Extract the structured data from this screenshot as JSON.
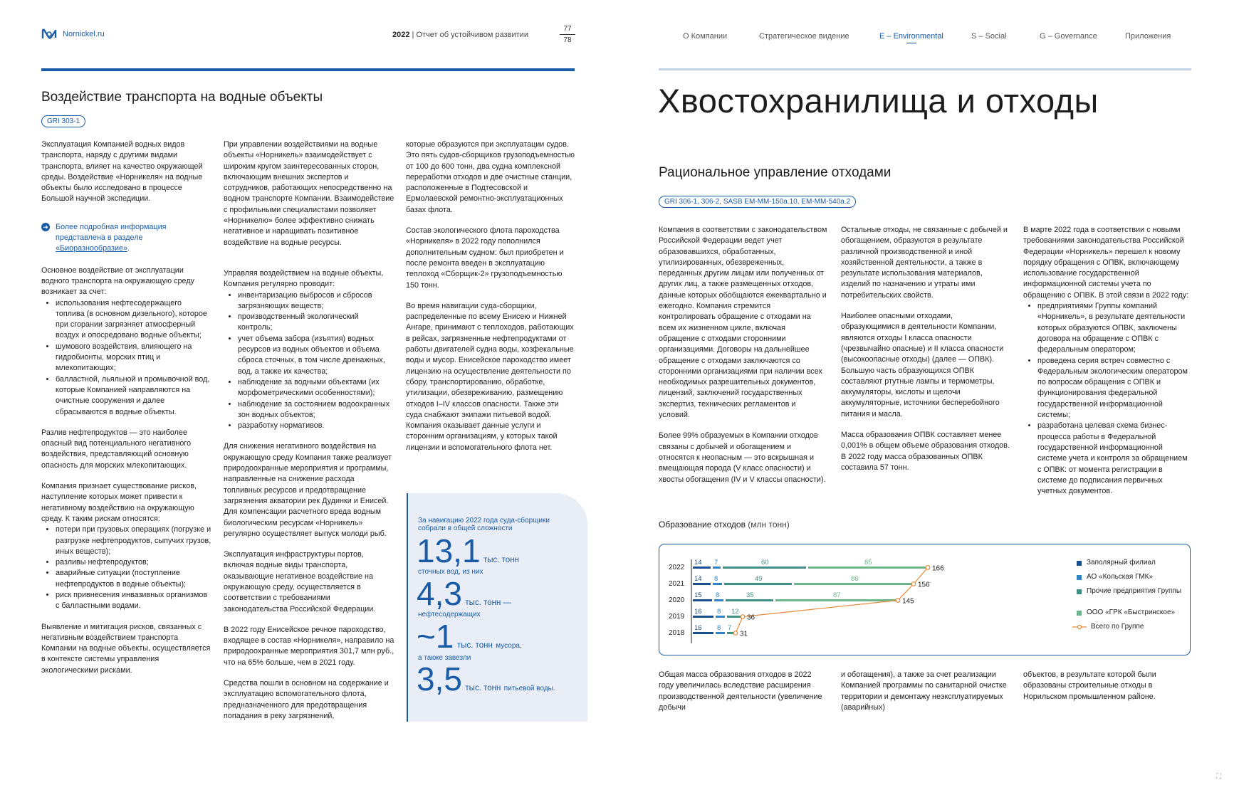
{
  "header": {
    "logo_text": "Nornickel.ru",
    "report_year": "2022",
    "report_title": "Отчет об устойчивом развитии",
    "page_current": "77",
    "page_total": "78",
    "nav": [
      "О Компании",
      "Стратегическое видение",
      "E – Environmental",
      "S – Social",
      "G – Governance",
      "Приложения"
    ],
    "nav_active": "E – Environmental"
  },
  "left": {
    "heading": "Воздействие транспорта на водные объекты",
    "tag": "GRI 303-1",
    "col1": {
      "p1": "Эксплуатация Компанией водных видов транспорта, наряду с другими видами транспорта, влияет на качество окружающей среды. Воздействие «Норникеля» на водные объекты было исследовано в процессе Большой научной экспедиции.",
      "info_text": "Более подробная информация представлена в разделе",
      "info_link": "«Биоразнообразие»",
      "p2": "Основное воздействие от эксплуатации водного транспорта на окружающую среду возникает за счет:",
      "list1": [
        "использования нефтесодержащего топлива (в основном дизельного), которое при сгорании загрязняет атмосферный воздух и опосредовано водные объекты;",
        "шумового воздействия, влияющего на гидробионты, морских птиц и млекопитающих;",
        "балластной, льяльной и промывочной вод, которые Компанией направляются на очистные сооружения и далее сбрасываются в водные объекты."
      ],
      "p3": "Разлив нефтепродуктов — это наиболее опасный вид потенциального негативного воздействия, представляющий основную опасность для морских млекопитающих.",
      "p4": "Компания признает существование рисков, наступление которых может привести к негативному воздействию на окружающую среду. К таким рискам относятся:",
      "list2": [
        "потери при грузовых операциях (погрузке и разгрузке нефтепродуктов, сыпучих грузов, иных веществ);",
        "разливы нефтепродуктов;",
        "аварийные ситуации (поступление нефтепродуктов в водные объекты);",
        "риск привнесения инвазивных организмов с балластными водами."
      ],
      "p5": "Выявление и митигация рисков, связанных с негативным воздействием транспорта Компании на водные объекты, осуществляется в контексте системы управления экологическими рисками."
    },
    "col2": {
      "p1": "При управлении воздействиями на водные объекты «Норникель» взаимодействует с широким кругом заинтересованных сторон, включающим внешних экспертов и сотрудников, работающих непосредственно на водном транспорте Компании. Взаимодействие с профильными специалистами позволяет «Норникелю» более эффективно снижать негативное и наращивать позитивное воздействие на водные ресурсы.",
      "p2": "Управляя воздействием на водные объекты, Компания регулярно проводит:",
      "list": [
        "инвентаризацию выбросов и сбросов загрязняющих веществ;",
        "производственный экологический контроль;",
        "учет объема забора (изъятия) водных ресурсов из водных объектов и объема сброса сточных, в том числе дренажных, вод, а также их качества;",
        "наблюдение за водными объектами (их морфометрическими особенностями);",
        "наблюдение за состоянием водоохранных зон водных объектов;",
        "разработку нормативов."
      ],
      "p3": "Для снижения негативного воздействия на окружающую среду Компания также реализует природоохранные мероприятия и программы, направленные на снижение расхода топливных ресурсов и предотвращение загрязнения акватории рек Дудинки и Енисей. Для компенсации расчетного вреда водным биологическим ресурсам «Норникель» регулярно осуществляет выпуск молоди рыб.",
      "p4": "Эксплуатация инфраструктуры портов, включая водные виды транспорта, оказывающие негативное воздействие на окружающую среду, осуществляется в соответствии с требованиями законодательства Российской Федерации.",
      "p5": "В 2022 году Енисейское речное пароходство, входящее в состав «Норникеля», направило на природоохранные мероприятия 301,7 млн руб., что на 65% больше, чем в 2021 году.",
      "p6": "Средства пошли в основном на содержание и эксплуатацию вспомогательного флота, предназначенного для предотвращения попадания в реку загрязнений,"
    },
    "col3": {
      "p1": "которые образуются при эксплуатации судов. Это пять судов-сборщиков грузоподъемностью от 100 до 600 тонн, два судна комплексной переработки отходов и две очистные станции, расположенные в Подтесовской и Ермолаевской ремонтно-эксплуатационных базах флота.",
      "p2": "Состав экологического флота пароходства «Норникеля» в 2022 году пополнился дополнительным судном: был приобретен и после ремонта введен в эксплуатацию теплоход «Сборщик-2» грузоподъемностью 150 тонн.",
      "p3": "Во время навигации суда-сборщики, распределенные по всему Енисею и Нижней Ангаре, принимают с теплоходов, работающих в рейсах, загрязненные нефтепродуктами от работы двигателей судна воды, хозфекальные воды и мусор. Енисейское пароходство имеет лицензию на осуществление деятельности по сбору, транспортированию, обработке, утилизации, обезвреживанию, размещению отходов I–IV классов опасности. Также эти суда снабжают экипажи питьевой водой. Компания оказывает данные услуги и сторонним организациям, у которых такой лицензии и вспомогательного флота нет."
    },
    "stats": {
      "caption": "За навигацию 2022 года суда-сборщики собрали в общей сложности",
      "s1_value": "13,1",
      "s1_unit": "тыс. тонн",
      "s1_desc": "сточных вод, из них",
      "s2_value": "4,3",
      "s2_unit": "тыс. тонн —",
      "s2_desc": "нефтесодержащих",
      "s3_value": "~1",
      "s3_unit": "тыс. тонн",
      "s3_desc1": "мусора,",
      "s3_desc2": "а также завезли",
      "s4_value": "3,5",
      "s4_unit": "тыс. тонн",
      "s4_desc": "питьевой воды."
    }
  },
  "right": {
    "big_title": "Хвостохранилища и отходы",
    "heading": "Рациональное управление отходами",
    "tag": "GRI 306-1, 306-2, SASB EM-MM-150a.10, EM-MM-540a.2",
    "col1": {
      "p1": "Компания в соответствии с законодательством Российской Федерации ведет учет образовавшихся, обработанных, утилизированных, обезвреженных, переданных другим лицам или полученных от других лиц, а также размещенных отходов, данные которых обобщаются ежеквартально и ежегодно. Компания стремится контролировать обращение с отходами на всем их жизненном цикле, включая обращение с отходами сторонними организациями. Договоры на дальнейшее обращение с отходами заключаются со сторонними организациями при наличии всех необходимых разрешительных документов, лицензий, заключений государственных экспертиз, технических регламентов и условий.",
      "p2": "Более 99% образуемых в Компании отходов связаны с добычей и обогащением и относятся к неопасным — это вскрышная и вмещающая порода (V класс опасности) и хвосты обогащения (IV и V классы опасности)."
    },
    "col2": {
      "p1": "Остальные отходы, не связанные с добычей и обогащением, образуются в результате различной производственной и иной хозяйственной деятельности, а также в результате использования материалов, изделий по назначению и утраты ими потребительских свойств.",
      "p2": "Наиболее опасными отходами, образующимися в деятельности Компании, являются отходы I класса опасности (чрезвычайно опасные) и II класса опасности (высокоопасные отходы) (далее — ОПВК). Большую часть образующихся ОПВК составляют ртутные лампы и термометры, аккумуляторы, кислоты и щелочи аккумуляторные, источники бесперебойного питания и масла.",
      "p3": "Масса образования ОПВК составляет менее 0,001% в общем объеме образования отходов. В 2022 году масса образованных ОПВК составила 57 тонн."
    },
    "col3": {
      "p1": "В марте 2022 года в соответствии с новыми требованиями законодательства Российской Федерации «Норникель» перешел к новому порядку обращения с ОПВК, включающему использование государственной информационной системы учета по обращению с ОПВК. В этой связи в 2022 году:",
      "list": [
        "предприятиями Группы компаний «Норникель», в результате деятельности которых образуются ОПВК, заключены договора на обращение с ОПВК с федеральным оператором;",
        "проведена серия встреч совместно с Федеральным экологическим оператором по вопросам обращения с ОПВК и функционирования федеральной государственной информационной системы;",
        "разработана целевая схема бизнес-процесса работы в Федеральной государственной информационной системе учета и контроля за обращением с ОПВК: от момента регистрации в системе до подписания первичных учетных документов."
      ]
    },
    "chart_title": "Образование отходов",
    "chart_unit": "(млн тонн)",
    "bottom": {
      "c1": "Общая масса образования отходов в 2022 году увеличилась вследствие расширения производственной деятельности (увеличение добычи",
      "c2": "и обогащения), а также за счет реализации Компанией программы по санитарной очистке территории и демонтажу неэксплуатируемых (аварийных)",
      "c3": "объектов, в результате которой были образованы строительные отходы в Норильском промышленном районе."
    }
  },
  "chart_data": {
    "type": "bar",
    "orientation": "horizontal-stacked",
    "categories": [
      "2022",
      "2021",
      "2020",
      "2019",
      "2018"
    ],
    "series": [
      {
        "name": "Заполярный филиал",
        "color": "#1a4f8f",
        "values": [
          14,
          14,
          15,
          16,
          16
        ]
      },
      {
        "name": "АО «Кольская ГМК»",
        "color": "#2f84c9",
        "values": [
          7,
          8,
          8,
          8,
          8
        ]
      },
      {
        "name": "Прочие предприятия Группы",
        "color": "#3f8f86",
        "values": [
          60,
          49,
          35,
          12,
          7
        ]
      },
      {
        "name": "ООО «ГРК «Быстринское»",
        "color": "#6db58a",
        "values": [
          85,
          86,
          87,
          null,
          null
        ]
      }
    ],
    "line_series": {
      "name": "Всего по Группе",
      "color": "#e8893a",
      "values": [
        166,
        156,
        145,
        36,
        31
      ]
    },
    "legend_position": "right"
  },
  "footer": {
    "corner_mark": "⛶"
  }
}
